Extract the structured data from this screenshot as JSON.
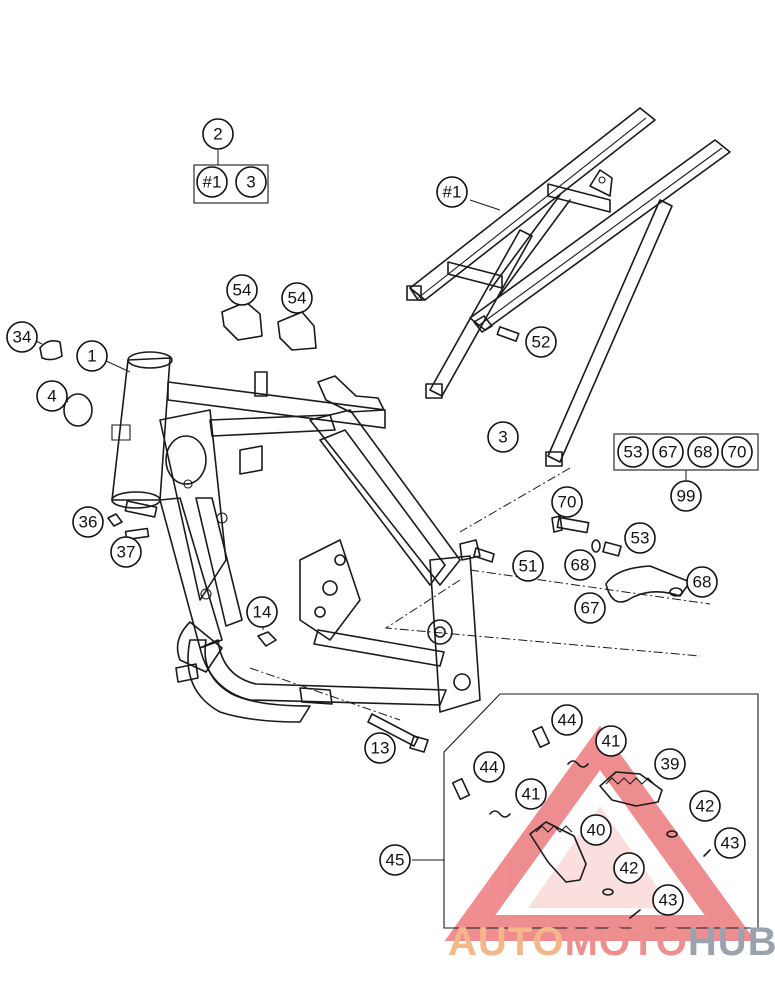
{
  "callouts": [
    {
      "id": "c2",
      "label": "2"
    },
    {
      "id": "c1a",
      "label": "#1"
    },
    {
      "id": "c3a",
      "label": "3"
    },
    {
      "id": "c1b",
      "label": "#1"
    },
    {
      "id": "c54a",
      "label": "54"
    },
    {
      "id": "c54b",
      "label": "54"
    },
    {
      "id": "c34",
      "label": "34"
    },
    {
      "id": "c1",
      "label": "1"
    },
    {
      "id": "c4",
      "label": "4"
    },
    {
      "id": "c52",
      "label": "52"
    },
    {
      "id": "c3b",
      "label": "3"
    },
    {
      "id": "c53a",
      "label": "53"
    },
    {
      "id": "c67a",
      "label": "67"
    },
    {
      "id": "c68a",
      "label": "68"
    },
    {
      "id": "c70a",
      "label": "70"
    },
    {
      "id": "c99",
      "label": "99"
    },
    {
      "id": "c70b",
      "label": "70"
    },
    {
      "id": "c53b",
      "label": "53"
    },
    {
      "id": "c36",
      "label": "36"
    },
    {
      "id": "c37",
      "label": "37"
    },
    {
      "id": "c51",
      "label": "51"
    },
    {
      "id": "c68b",
      "label": "68"
    },
    {
      "id": "c68c",
      "label": "68"
    },
    {
      "id": "c67b",
      "label": "67"
    },
    {
      "id": "c14",
      "label": "14"
    },
    {
      "id": "c13",
      "label": "13"
    },
    {
      "id": "c44a",
      "label": "44"
    },
    {
      "id": "c41a",
      "label": "41"
    },
    {
      "id": "c39",
      "label": "39"
    },
    {
      "id": "c44b",
      "label": "44"
    },
    {
      "id": "c41b",
      "label": "41"
    },
    {
      "id": "c42a",
      "label": "42"
    },
    {
      "id": "c40",
      "label": "40"
    },
    {
      "id": "c43a",
      "label": "43"
    },
    {
      "id": "c45",
      "label": "45"
    },
    {
      "id": "c42b",
      "label": "42"
    },
    {
      "id": "c43b",
      "label": "43"
    }
  ],
  "watermark": {
    "part1": "AUTO",
    "part2": "MOTO",
    "part3": "HUB",
    "colors": {
      "auto": "#f5b78a",
      "moto": "#ee8f8f",
      "hub": "#9aa3ad",
      "triangle": "#e9676b"
    }
  }
}
